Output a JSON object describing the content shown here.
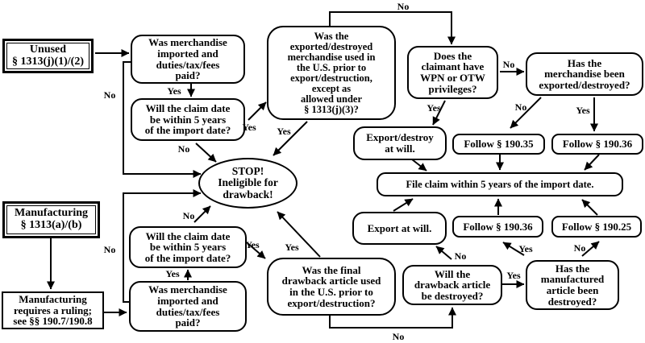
{
  "diagram": {
    "colors": {
      "line": "#000000",
      "background": "#ffffff",
      "box_border": "#000000",
      "box_bg": "#ffffff"
    },
    "nodes": {
      "unused": {
        "lines": [
          "Unused",
          "§ 1313(j)(1)/(2)"
        ]
      },
      "merch_top": {
        "lines": [
          "Was merchandise",
          "imported and",
          "duties/tax/fees",
          "paid?"
        ]
      },
      "claim_top": {
        "lines": [
          "Will the claim date",
          "be within 5 years",
          "of the import date?"
        ]
      },
      "exported_used": {
        "lines": [
          "Was the",
          "exported/destroyed",
          "merchandise used in",
          "the U.S. prior to",
          "export/destruction,",
          "except as",
          "allowed under",
          "§ 1313(j)(3)?"
        ]
      },
      "stop": {
        "lines": [
          "STOP!",
          "Ineligible for",
          "drawback!"
        ]
      },
      "claimant": {
        "lines": [
          "Does the",
          "claimant have",
          "WPN or OTW",
          "privileges?"
        ]
      },
      "has_merch": {
        "lines": [
          "Has the",
          "merchandise been",
          "exported/destroyed?"
        ]
      },
      "export_destroy": {
        "lines": [
          "Export/destroy",
          "at will."
        ]
      },
      "follow_190_35": {
        "lines": [
          "Follow § 190.35"
        ]
      },
      "follow_190_36_top": {
        "lines": [
          "Follow § 190.36"
        ]
      },
      "file_claim": {
        "lines": [
          "File claim within 5 years of the import date."
        ]
      },
      "export_at_will": {
        "lines": [
          "Export at will."
        ]
      },
      "follow_190_36_bottom": {
        "lines": [
          "Follow § 190.36"
        ]
      },
      "follow_190_25": {
        "lines": [
          "Follow § 190.25"
        ]
      },
      "manufacturing": {
        "lines": [
          "Manufacturing",
          "§ 1313(a)/(b)"
        ]
      },
      "ruling": {
        "lines": [
          "Manufacturing",
          "requires a ruling;",
          "see §§ 190.7/190.8"
        ]
      },
      "claim_bottom": {
        "lines": [
          "Will the claim date",
          "be within 5 years",
          "of the import date?"
        ]
      },
      "merch_bottom": {
        "lines": [
          "Was merchandise",
          "imported and",
          "duties/tax/fees",
          "paid?"
        ]
      },
      "final_article": {
        "lines": [
          "Was the final",
          "drawback article used",
          "in the U.S. prior to",
          "export/destruction?"
        ]
      },
      "drawback_destroyed": {
        "lines": [
          "Will the",
          "drawback article",
          "be destroyed?"
        ]
      },
      "manufactured_destroyed": {
        "lines": [
          "Has the",
          "manufactured",
          "article been",
          "destroyed?"
        ]
      }
    },
    "edge_labels": {
      "no_top": "No",
      "no_left_top": "No",
      "yes_merch_top": "Yes",
      "no_claim_top": "No",
      "yes_claim_top": "Yes",
      "yes_exported_stop": "Yes",
      "no_claimant": "No",
      "yes_claimant": "Yes",
      "no_has_merch": "No",
      "yes_has_merch": "Yes",
      "no_left_bottom": "No",
      "yes_merch_bottom": "Yes",
      "no_claim_bottom": "No",
      "yes_claim_bottom": "Yes",
      "yes_final_stop": "Yes",
      "no_drawback": "No",
      "yes_drawback": "Yes",
      "yes_manufactured": "Yes",
      "no_manufactured": "No",
      "no_bottom_path": "No"
    }
  }
}
